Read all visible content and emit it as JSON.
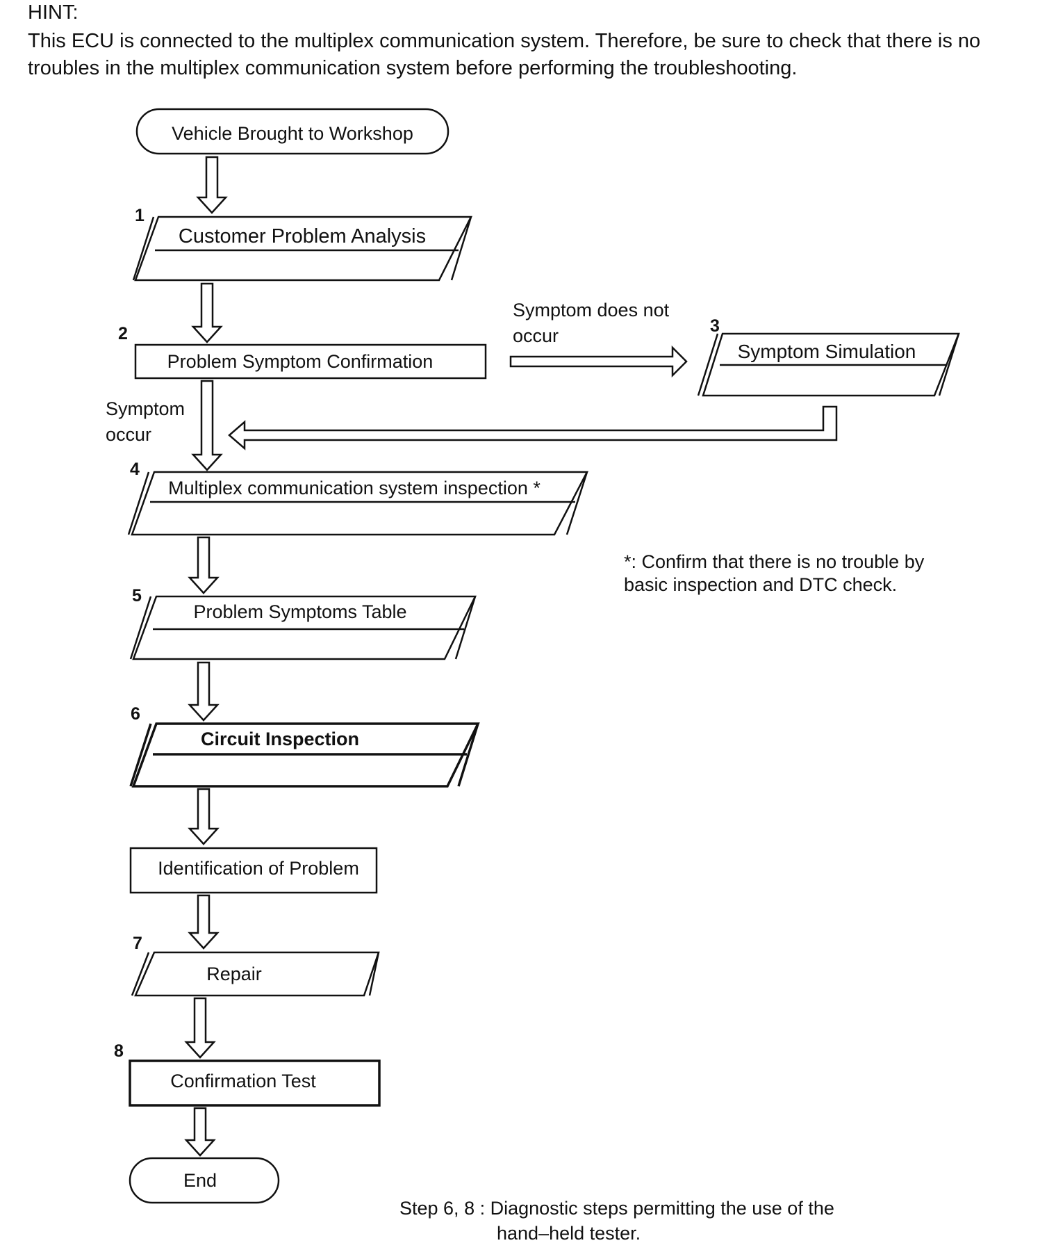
{
  "hint": {
    "label": "HINT:",
    "text": "This ECU is connected to the multiplex communication system. Therefore, be sure to check that there is no troubles in the multiplex communication system before performing the troubleshooting."
  },
  "flow": {
    "start": "Vehicle Brought to Workshop",
    "steps": [
      {
        "number": "1",
        "label": "Customer Problem Analysis"
      },
      {
        "number": "2",
        "label": "Problem Symptom Confirmation"
      },
      {
        "number": "3",
        "label": "Symptom Simulation"
      },
      {
        "number": "4",
        "label": "Multiplex communication system inspection *"
      },
      {
        "number": "5",
        "label": "Problem Symptoms Table"
      },
      {
        "number": "6",
        "label": "Circuit Inspection"
      },
      {
        "number": "",
        "label": "Identification of Problem"
      },
      {
        "number": "7",
        "label": "Repair"
      },
      {
        "number": "8",
        "label": "Confirmation Test"
      }
    ],
    "end": "End",
    "branch_not_occur": [
      "Symptom does not",
      "occur"
    ],
    "branch_occur": [
      "Symptom",
      "occur"
    ]
  },
  "notes": {
    "asterisk": [
      "*: Confirm that there is no trouble by",
      "basic inspection and DTC check."
    ],
    "tester": [
      "Step 6, 8 : Diagnostic steps permitting the use of the",
      "hand–held tester."
    ]
  }
}
